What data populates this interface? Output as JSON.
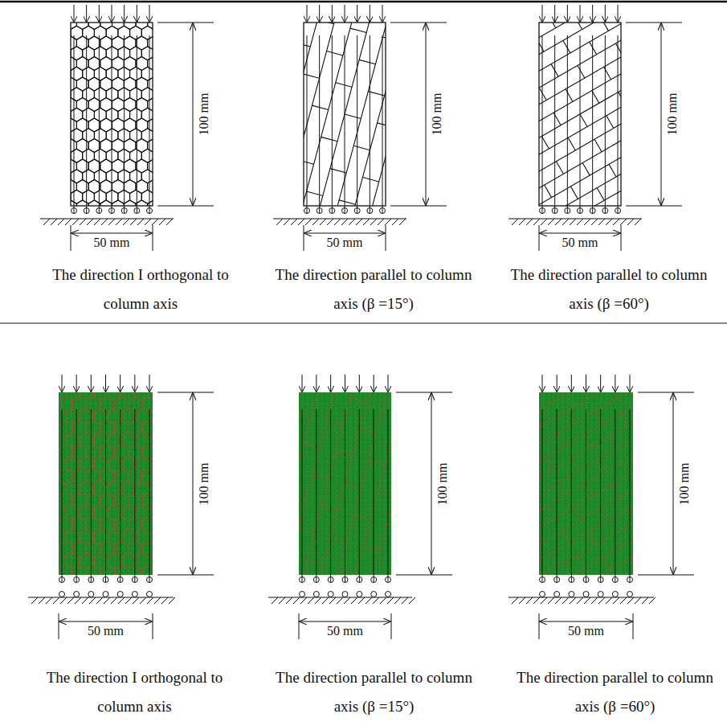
{
  "diagram": {
    "labels": [
      "100 mm",
      "50 mm",
      "The direction I orthogonal to column axis",
      "100 mm",
      "50 mm",
      "The direction parallel to column axis (β =15°)",
      "100 mm",
      "50 mm",
      "The direction parallel to column axis (β =60°)",
      "100 mm",
      "50 mm",
      "The direction I orthogonal to column axis",
      "100 mm",
      "50 mm",
      "The direction parallel to column axis (β =15°)",
      "100 mm",
      "50 mm",
      "The direction parallel to column axis (β =60°)"
    ]
  }
}
